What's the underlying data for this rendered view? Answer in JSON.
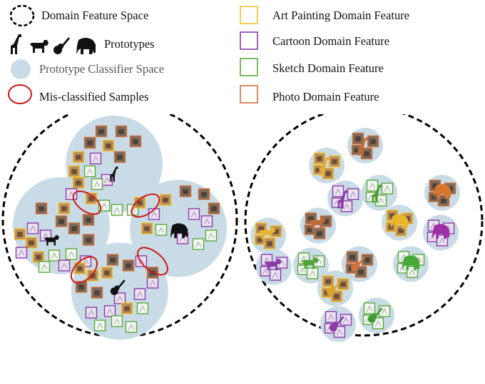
{
  "legend": {
    "domain_feature_space": "Domain Feature Space",
    "prototypes": "Prototypes",
    "prototype_classifier_space": "Prototype Classifier Space",
    "misclassified_samples": "Mis-classified Samples",
    "art_painting": "Art Painting Domain Feature",
    "cartoon": "Cartoon Domain Feature",
    "sketch": "Sketch Domain Feature",
    "photo": "Photo Domain Feature"
  },
  "colors": {
    "art_painting": "#f2c12e",
    "cartoon": "#8b3aa8",
    "sketch": "#5aa83a",
    "photo": "#d0713a",
    "classifier_space": "#c8dbe6",
    "misclassified": "#cc1a1a",
    "prototype": "#111111"
  },
  "classes": [
    "giraffe",
    "dog",
    "guitar",
    "elephant"
  ]
}
